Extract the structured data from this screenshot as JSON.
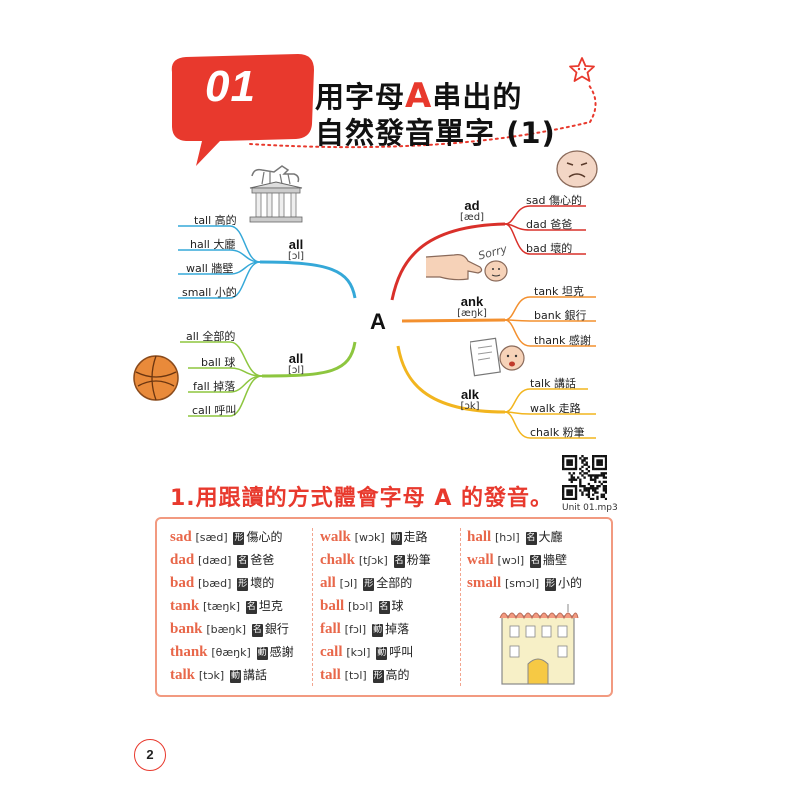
{
  "header": {
    "lesson_number": "01",
    "title_line1_before": "用字母",
    "title_letter": "A",
    "title_line1_after": "串出的",
    "title_line2": "自然發音單字 (1)"
  },
  "mindmap": {
    "center": "A",
    "groups": [
      {
        "word": "all",
        "phonetic": "[ɔl]",
        "leaves": [
          "tall 高的",
          "hall 大廳",
          "wall 牆壁",
          "small 小的"
        ]
      },
      {
        "word": "all",
        "phonetic": "[ɔl]",
        "leaves": [
          "all 全部的",
          "ball 球",
          "fall 掉落",
          "call 呼叫"
        ]
      },
      {
        "word": "ad",
        "phonetic": "[æd]",
        "leaves": [
          "sad 傷心的",
          "dad 爸爸",
          "bad 壞的"
        ]
      },
      {
        "word": "ank",
        "phonetic": "[æŋk]",
        "leaves": [
          "tank 坦克",
          "bank 銀行",
          "thank 感謝"
        ]
      },
      {
        "word": "alk",
        "phonetic": "[ɔk]",
        "leaves": [
          "talk 講話",
          "walk 走路",
          "chalk 粉筆"
        ]
      }
    ],
    "sorry_text": "Sorry"
  },
  "section": {
    "heading": "1.用跟讀的方式體會字母 A 的發音。",
    "audio_label": "Unit 01.mp3"
  },
  "vocab_columns": [
    [
      {
        "word": "sad",
        "phonetic": "[sæd]",
        "pos": "形",
        "meaning": "傷心的"
      },
      {
        "word": "dad",
        "phonetic": "[dæd]",
        "pos": "名",
        "meaning": "爸爸"
      },
      {
        "word": "bad",
        "phonetic": "[bæd]",
        "pos": "形",
        "meaning": "壞的"
      },
      {
        "word": "tank",
        "phonetic": "[tæŋk]",
        "pos": "名",
        "meaning": "坦克"
      },
      {
        "word": "bank",
        "phonetic": "[bæŋk]",
        "pos": "名",
        "meaning": "銀行"
      },
      {
        "word": "thank",
        "phonetic": "[θæŋk]",
        "pos": "動",
        "meaning": "感謝"
      },
      {
        "word": "talk",
        "phonetic": "[tɔk]",
        "pos": "動",
        "meaning": "講話"
      }
    ],
    [
      {
        "word": "walk",
        "phonetic": "[wɔk]",
        "pos": "動",
        "meaning": "走路"
      },
      {
        "word": "chalk",
        "phonetic": "[tʃɔk]",
        "pos": "名",
        "meaning": "粉筆"
      },
      {
        "word": "all",
        "phonetic": "[ɔl]",
        "pos": "形",
        "meaning": "全部的"
      },
      {
        "word": "ball",
        "phonetic": "[bɔl]",
        "pos": "名",
        "meaning": "球"
      },
      {
        "word": "fall",
        "phonetic": "[fɔl]",
        "pos": "動",
        "meaning": "掉落"
      },
      {
        "word": "call",
        "phonetic": "[kɔl]",
        "pos": "動",
        "meaning": "呼叫"
      },
      {
        "word": "tall",
        "phonetic": "[tɔl]",
        "pos": "形",
        "meaning": "高的"
      }
    ],
    [
      {
        "word": "hall",
        "phonetic": "[hɔl]",
        "pos": "名",
        "meaning": "大廳"
      },
      {
        "word": "wall",
        "phonetic": "[wɔl]",
        "pos": "名",
        "meaning": "牆壁"
      },
      {
        "word": "small",
        "phonetic": "[smɔl]",
        "pos": "形",
        "meaning": "小的"
      }
    ]
  ],
  "page_number": "2",
  "colors": {
    "accent_red": "#e8392d",
    "vocab_word": "#e8674a",
    "branch_blue": "#35a8d8",
    "branch_green": "#8dc63f",
    "branch_red": "#d9302a",
    "branch_orange": "#f3902f",
    "branch_yellow": "#f2b51f",
    "box_border": "#f29a80"
  }
}
